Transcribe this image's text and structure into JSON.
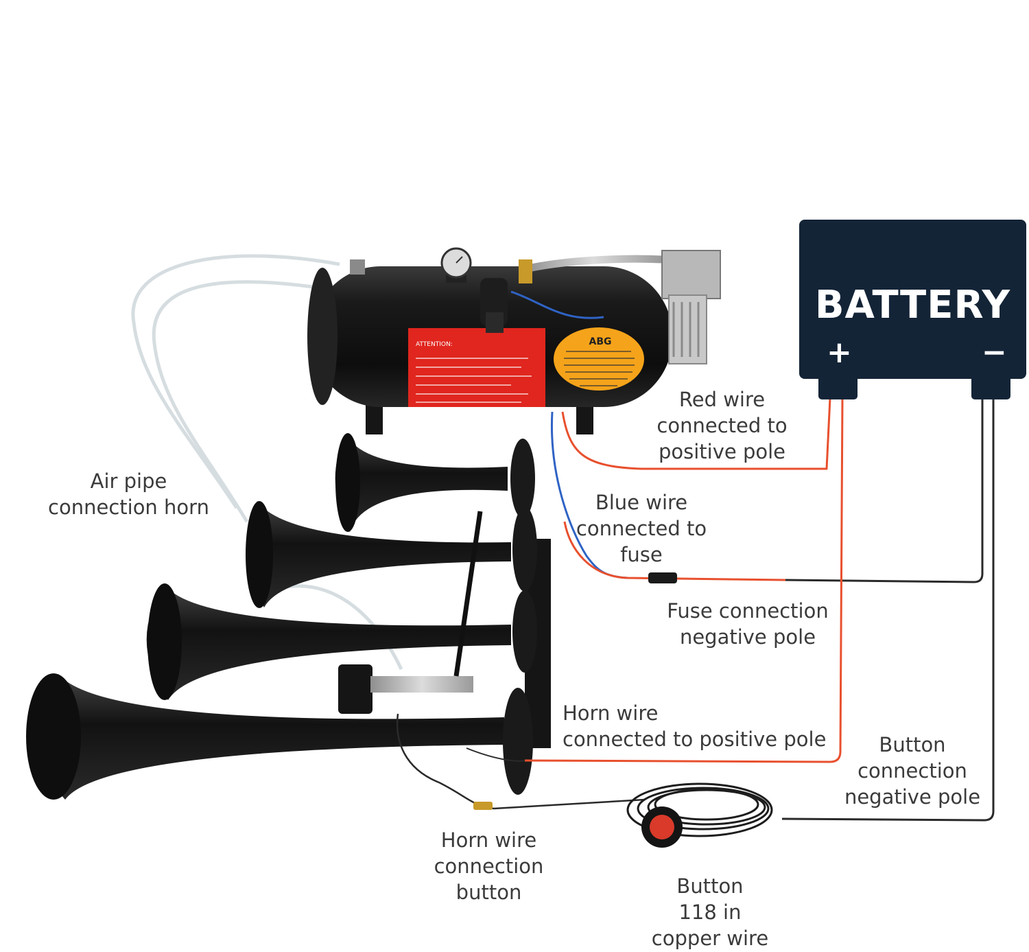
{
  "battery": {
    "title": "BATTERY",
    "positive_symbol": "+",
    "negative_symbol": "−"
  },
  "compressor": {
    "attention_label": "ATTENTION:",
    "brand": "ABG"
  },
  "labels": {
    "air_pipe": [
      "Air pipe",
      "connection horn"
    ],
    "red_wire": [
      "Red wire",
      "connected to",
      "positive pole"
    ],
    "blue_wire": [
      "Blue wire",
      "connected to",
      "fuse"
    ],
    "fuse_connection": [
      "Fuse connection",
      "negative pole"
    ],
    "horn_wire_positive": [
      "Horn wire",
      "connected to positive pole"
    ],
    "button_negative": [
      "Button",
      "connection",
      "negative pole"
    ],
    "horn_wire_button": [
      "Horn wire",
      "connection",
      "button"
    ],
    "button_wire": [
      "Button",
      "118 in",
      "copper wire"
    ]
  },
  "colors": {
    "battery": "#142437",
    "red_wire": "#e8502e",
    "blue_wire": "#2f63c4",
    "black_wire": "#2a2a2a",
    "tank": "#141414",
    "label_red": "#e0261e",
    "label_orange": "#f5a31a"
  },
  "icons": [
    "pressure-gauge-icon",
    "air-horn-icon",
    "push-button-icon",
    "fuse-icon"
  ]
}
